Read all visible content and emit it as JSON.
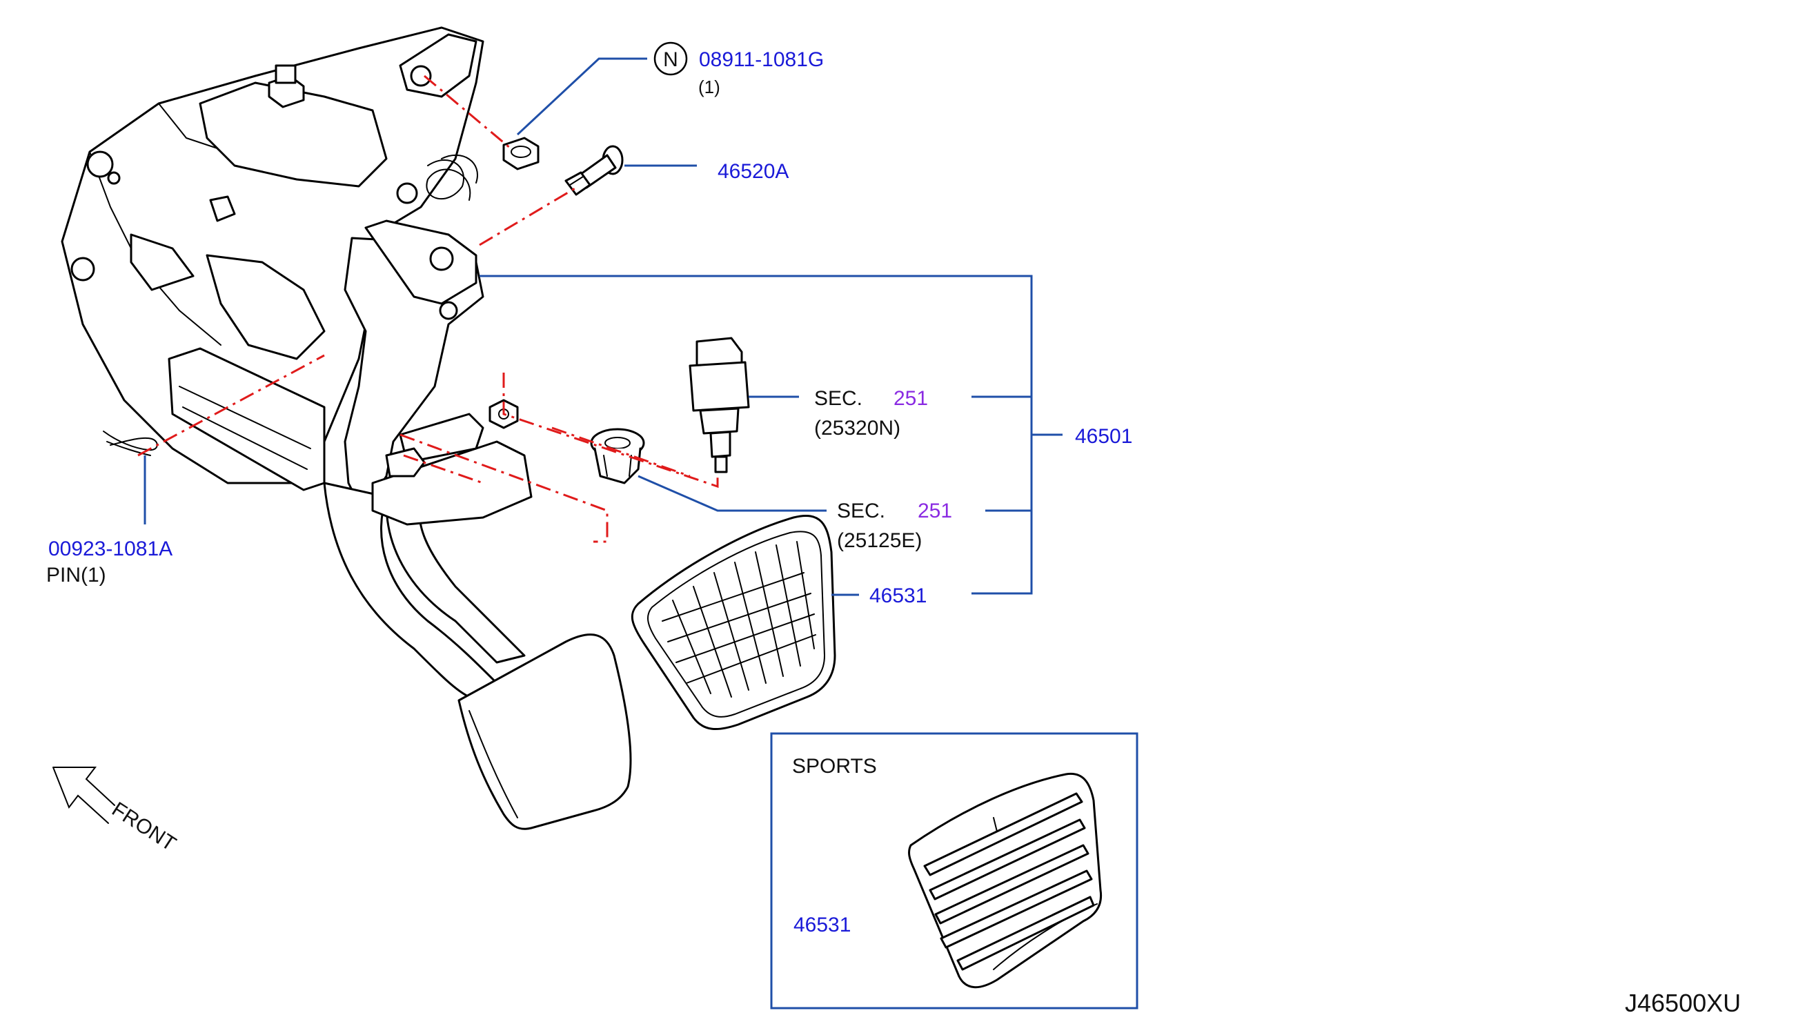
{
  "callouts": {
    "nut_code": "N",
    "nut_part": "08911-1081G",
    "nut_qty": "(1)",
    "bolt_part": "46520A",
    "assembly_part": "46501",
    "switch_sec": "SEC.",
    "switch_sec_num": "251",
    "switch_code": "(25320N)",
    "stopper_sec": "SEC.",
    "stopper_sec_num": "251",
    "stopper_code": "(25125E)",
    "pad_part": "46531",
    "pin_part": "00923-1081A",
    "pin_label": "PIN(1)"
  },
  "sports_box": {
    "title": "SPORTS",
    "pad_part": "46531"
  },
  "orientation": {
    "front_label": "FRONT"
  },
  "diagram_id": "J46500XU",
  "colors": {
    "part_number": "#1a1ad8",
    "section_ref": "#8a2be2",
    "leader": "#1f4fa8",
    "centerline": "#e01b1b"
  }
}
